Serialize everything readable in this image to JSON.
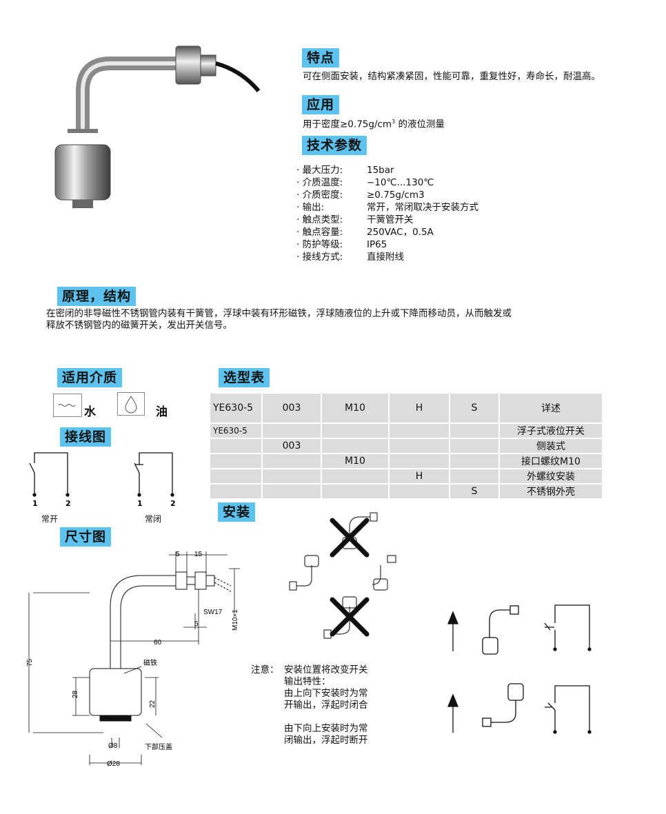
{
  "features": {
    "title": "特点",
    "text": "可在侧面安装，结构紧凑紧固，性能可靠，重复性好，寿命长，耐温高。"
  },
  "application": {
    "title": "应用",
    "text_prefix": "用于密度≥0.75g/cm",
    "text_sup": "3",
    "text_suffix": " 的液位测量"
  },
  "tech": {
    "title": "技术参数",
    "items": [
      {
        "k": "· 最大压力:",
        "v": "15bar"
      },
      {
        "k": "· 介质温度:",
        "v": "−10℃...130℃"
      },
      {
        "k": "· 介质密度:",
        "v": "≥0.75g/cm3"
      },
      {
        "k": "· 输出:",
        "v": "常开，常闭取决于安装方式"
      },
      {
        "k": "· 触点类型:",
        "v": "干簧管开关"
      },
      {
        "k": "· 触点容量:",
        "v": "250VAC，0.5A"
      },
      {
        "k": "· 防护等级:",
        "v": "IP65"
      },
      {
        "k": "· 接线方式:",
        "v": "直接附线"
      }
    ]
  },
  "principle": {
    "title": "原理，结构",
    "line1": "在密闭的非导磁性不锈钢管内装有干簧管，浮球中装有环形磁铁，浮球随液位的上升或下降而移动员，从而触发或",
    "line2": "释放不锈钢管内的磁簧开关，发出开关信号。"
  },
  "media": {
    "title": "适用介质",
    "water": "水",
    "oil": "油"
  },
  "wiring": {
    "title": "接线图",
    "no_label": "常开",
    "nc_label": "常闭",
    "pin1": "1",
    "pin2": "2"
  },
  "dims": {
    "title": "尺寸图",
    "d5a": "5",
    "d15": "15",
    "sw17": "SW17",
    "d5b": "5",
    "m10": "M10×1",
    "d60": "60",
    "d75": "75",
    "d28": "28",
    "d22": "22",
    "magnet": "磁铁",
    "bottom_cap": "下部压盖",
    "phi8": "Ø8",
    "phi28": "Ø28"
  },
  "selection": {
    "title": "选型表",
    "rows": [
      [
        "YE630-5",
        "003",
        "M10",
        "H",
        "S",
        "详述"
      ],
      [
        "YE630-5",
        "",
        "",
        "",
        "",
        "浮子式液位开关"
      ],
      [
        "",
        "003",
        "",
        "",
        "",
        "侧装式"
      ],
      [
        "",
        "",
        "M10",
        "",
        "",
        "接口螺纹M10"
      ],
      [
        "",
        "",
        "",
        "H",
        "",
        "外螺纹安装"
      ],
      [
        "",
        "",
        "",
        "",
        "S",
        "不锈钢外壳"
      ]
    ]
  },
  "install": {
    "title": "安装",
    "note_head": "注意：",
    "note_lines": [
      "安装位置将改变开关",
      "输出特性：",
      "由上向下安装时为常",
      "开输出，浮起时闭合",
      "",
      "由下向上安装时为常",
      "闭输出，浮起时断开"
    ]
  },
  "colors": {
    "accent": "#5dc3ee",
    "table_bg": "#dcdcdc"
  }
}
